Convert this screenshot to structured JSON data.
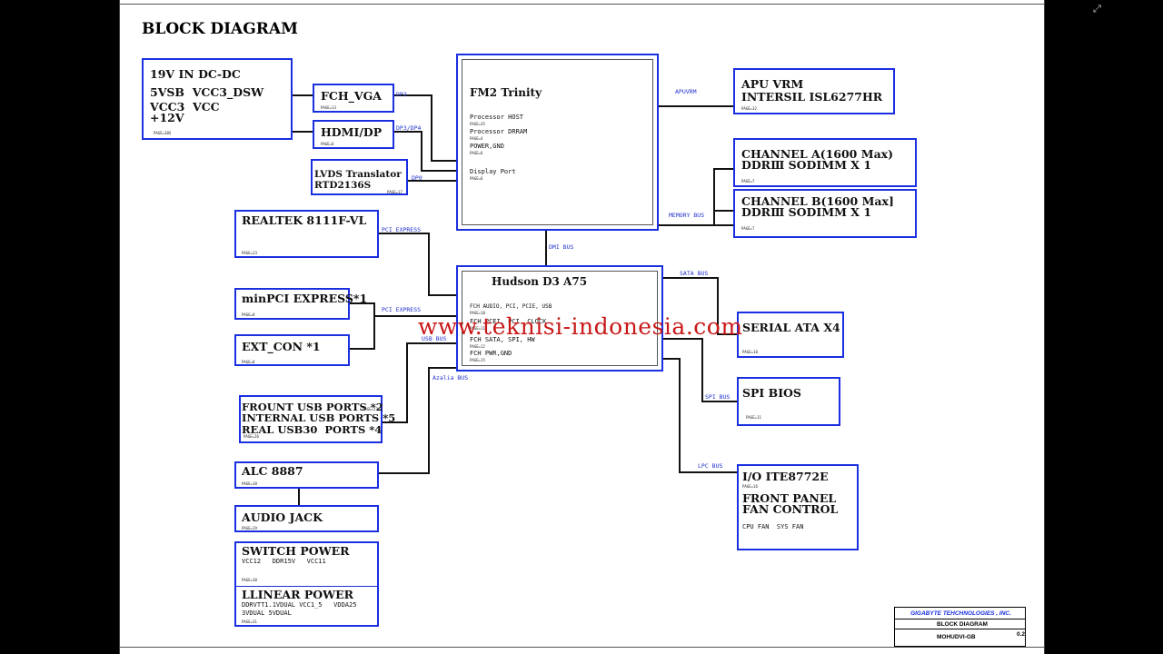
{
  "title": "BLOCK DIAGRAM",
  "watermark": "www.teknisi-indonesia.com",
  "blocks": {
    "power_in": {
      "l1": "19V IN DC-DC",
      "l2": "5VSB  VCC3_DSW",
      "l3": "VCC3  VCC",
      "l4": "+12V",
      "page": "PAGE=30S"
    },
    "fch_vga": {
      "l1": "FCH_VGA",
      "page": "PAGE=13"
    },
    "hdmi_dp": {
      "l1": "HDMI/DP",
      "page": "PAGE=6"
    },
    "lvds": {
      "l1": "LVDS Translator",
      "l2": "RTD2136S",
      "page": "PAGE=17"
    },
    "fm2": {
      "title": "FM2 Trinity",
      "items": [
        "Processor HOST",
        "Processor DRRAM",
        "POWER,GND",
        "Display Port"
      ],
      "pages": [
        "PAGE=35",
        "PAGE=4",
        "PAGE=6",
        "PAGE=6"
      ]
    },
    "apu_vrm": {
      "l1": "APU VRM",
      "l2": "INTERSIL ISL6277HR",
      "page": "PAGE=32"
    },
    "chan_a": {
      "l1": "CHANNEL A(1600 Max)",
      "l2": "DDRⅢ SODIMM X 1",
      "page": "PAGE=7"
    },
    "chan_b": {
      "l1": "CHANNEL B(1600 Max]",
      "l2": "DDRⅢ SODIMM X 1",
      "page": "PAGE=7"
    },
    "realtek": {
      "l1": "REALTEK 8111F-VL",
      "page": "PAGE=23"
    },
    "minipci": {
      "l1": "minPCI EXPRESS*1",
      "page": "PAGE=8"
    },
    "ext_con": {
      "l1": "EXT_CON *1",
      "page": "PAGE=8"
    },
    "hudson": {
      "title": "Hudson D3 A75",
      "items": [
        "FCH AUDIO, PCI, PCIE, USB",
        "FCH PCEI, PCI, CLOCK",
        "FCH SATA, SPI, HW",
        "FCH PWR,GND"
      ],
      "pages": [
        "PAGE=10",
        "PAGE=11",
        "PAGE=12",
        "PAGE=15"
      ]
    },
    "usb_ports": {
      "l1": "FROUNT USB PORTS *2",
      "l2": "INTERNAL USB PORTS *5",
      "l3": "REAL USB30  PORTS *4",
      "page1": "PAGE=17",
      "page2": "PAGE=26"
    },
    "alc": {
      "l1": "ALC 8887",
      "page": "PAGE=18"
    },
    "audio_jack": {
      "l1": "AUDIO JACK",
      "page": "PAGE=19"
    },
    "sw_power": {
      "l1": "SWITCH POWER",
      "l2": "VCC12   DDR15V   VCC11",
      "page1": "PAGE=30",
      "l3": "LLINEAR POWER",
      "l4": "DDRVTT1.1VDUAL VCC1_5   VDDA25",
      "l5": "3VDUAL 5VDUAL",
      "page2": "PAGE=31"
    },
    "sata": {
      "l1": "SERIAL ATA X4",
      "page": "PAGE=10"
    },
    "spi": {
      "l1": "SPI BIOS",
      "page": "PAGE=11"
    },
    "io": {
      "l1": "I/O ITE8772E",
      "page": "PAGE=16",
      "l2": "FRONT PANEL",
      "l3": "FAN CONTROL",
      "l4": "CPU FAN  SYS FAN"
    }
  },
  "buses": {
    "dp2": "DP2",
    "dp34": "DP3/DP4",
    "dp0": "DP0",
    "apuvrm": "APUVRM",
    "memory": "MEMORY BUS",
    "dmi": "DMI BUS",
    "pci1": "PCI EXPRESS",
    "pci2": "PCI EXPRESS",
    "usb": "USB BUS",
    "azalia": "Azalia BUS",
    "sata": "SATA BUS",
    "spi": "SPI BUS",
    "lpc": "LPC BUS"
  },
  "title_block": {
    "company": "GIGABYTE TEHCHNOLOGIES , INC.",
    "sheet_title": "BLOCK DIAGRAM",
    "model": "MOHUDVI-GB",
    "rev": "0.2"
  },
  "colors": {
    "block_border": "#1a2fe0",
    "bus_label": "#2233cc",
    "watermark": "#c81818"
  }
}
